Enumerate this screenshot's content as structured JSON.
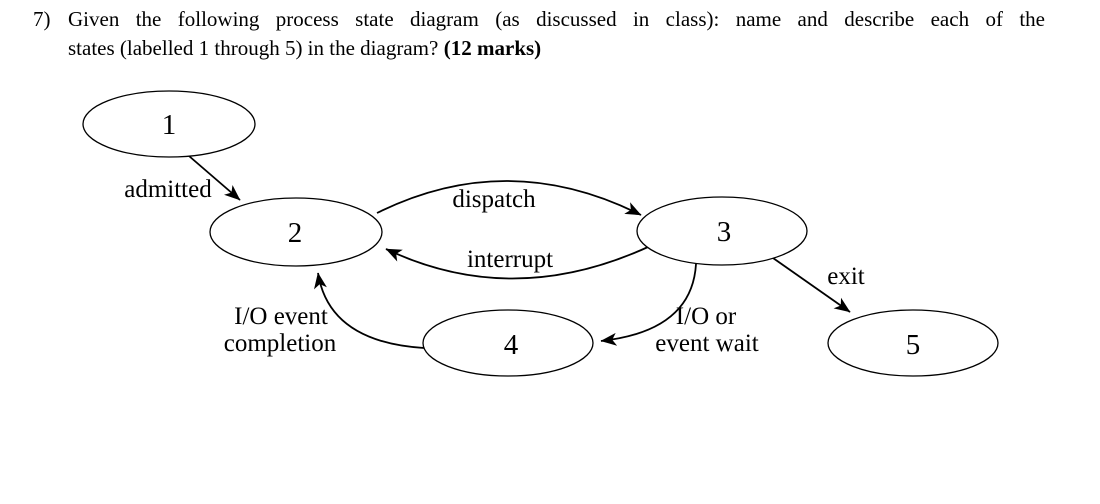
{
  "question": {
    "number": "7)",
    "line1": "Given the following process state diagram (as discussed in class): name and describe each of the",
    "line2": "states (labelled 1 through 5) in the diagram?",
    "marks": "(12 marks)"
  },
  "diagram": {
    "type": "process-state-diagram",
    "ink_color": "#000000",
    "background_color": "#ffffff",
    "nodes": [
      {
        "id": "1",
        "label": "1"
      },
      {
        "id": "2",
        "label": "2"
      },
      {
        "id": "3",
        "label": "3"
      },
      {
        "id": "4",
        "label": "4"
      },
      {
        "id": "5",
        "label": "5"
      }
    ],
    "edges": [
      {
        "from": "1",
        "to": "2",
        "label": "admitted"
      },
      {
        "from": "2",
        "to": "3",
        "label": "dispatch"
      },
      {
        "from": "3",
        "to": "2",
        "label": "interrupt"
      },
      {
        "from": "3",
        "to": "5",
        "label": "exit"
      },
      {
        "from": "4",
        "to": "2",
        "label": "I/O event completion",
        "line1": "I/O event",
        "line2": "completion"
      },
      {
        "from": "3",
        "to": "4",
        "label": "I/O or event wait",
        "line1": "I/O or",
        "line2": "event wait"
      }
    ]
  }
}
